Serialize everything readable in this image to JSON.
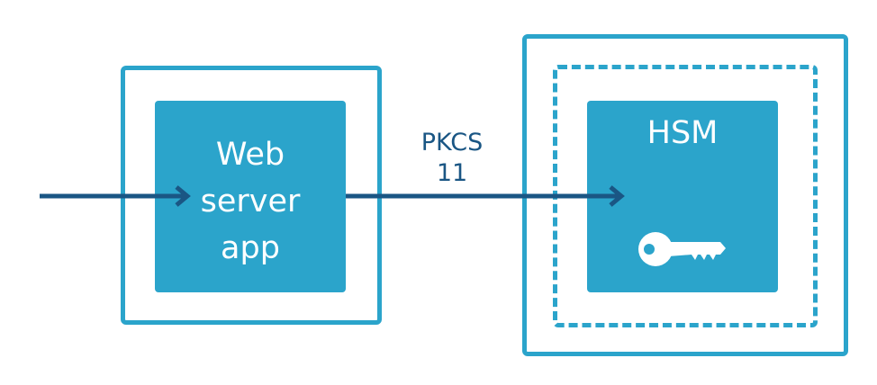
{
  "colors": {
    "accent": "#2ba4cb",
    "arrow": "#1a5684",
    "text_on_block": "#ffffff",
    "background": "#ffffff"
  },
  "web_server": {
    "line1": "Web",
    "line2": "server",
    "line3": "app"
  },
  "hsm": {
    "label": "HSM",
    "icon": "key-icon"
  },
  "connection": {
    "line1": "PKCS",
    "line2": "11"
  }
}
